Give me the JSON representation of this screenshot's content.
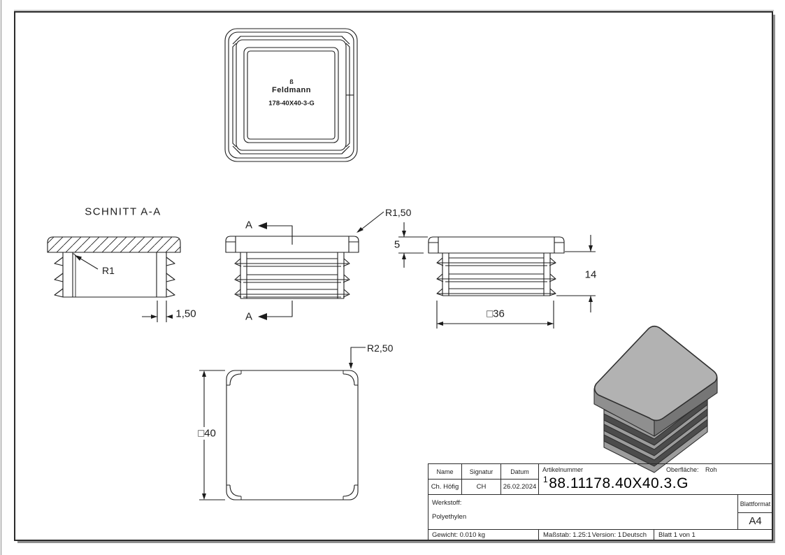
{
  "sheet": {
    "line_color": "#1c1c1c",
    "frame_color": "#2b2b2b",
    "shadow_color": "#8f8f8f"
  },
  "top_view": {
    "logo_glyph": "ß",
    "brand": "Feldmann",
    "part_label": "178-40X40-3-G"
  },
  "section_view": {
    "title": "SCHNITT A-A",
    "radius_label": "R1",
    "wall_thickness_dim": "1,50"
  },
  "front_view": {
    "section_letter_top": "A",
    "section_letter_bottom": "A",
    "radius_label": "R1,50",
    "cap_height_dim": "5"
  },
  "side_view": {
    "insert_depth_dim": "14",
    "inner_square_dim": "□36"
  },
  "bottom_view": {
    "outer_square_dim": "□40",
    "corner_radius_label": "R2,50"
  },
  "render_colors": {
    "top_face": "#b2b2b2",
    "side_left": "#8f8f8f",
    "side_right": "#767676",
    "skirt": "#9c9c9c",
    "fin_band": "#4c4c4c",
    "outline": "#2f2f2f"
  },
  "title_block": {
    "name_header": "Name",
    "signature_header": "Signatur",
    "date_header": "Datum",
    "name_value": "Ch. Höfig",
    "signature_value": "CH",
    "date_value": "26.02.2024",
    "article_label": "Artikelnummer",
    "surface_label": "Oberfläche:",
    "surface_value": "Roh",
    "article_prefix": "1",
    "article_number": "88.11178.40X40.3.G",
    "material_label": "Werkstoff:",
    "material_value": "Polyethylen",
    "format_label": "Blattformat",
    "format_value": "A4",
    "weight": "Gewicht: 0.010 kg",
    "scale": "Maßstab: 1.25:1",
    "version": "Version: 1",
    "language": "Deutsch",
    "sheet_count": "Blatt 1 von 1"
  }
}
